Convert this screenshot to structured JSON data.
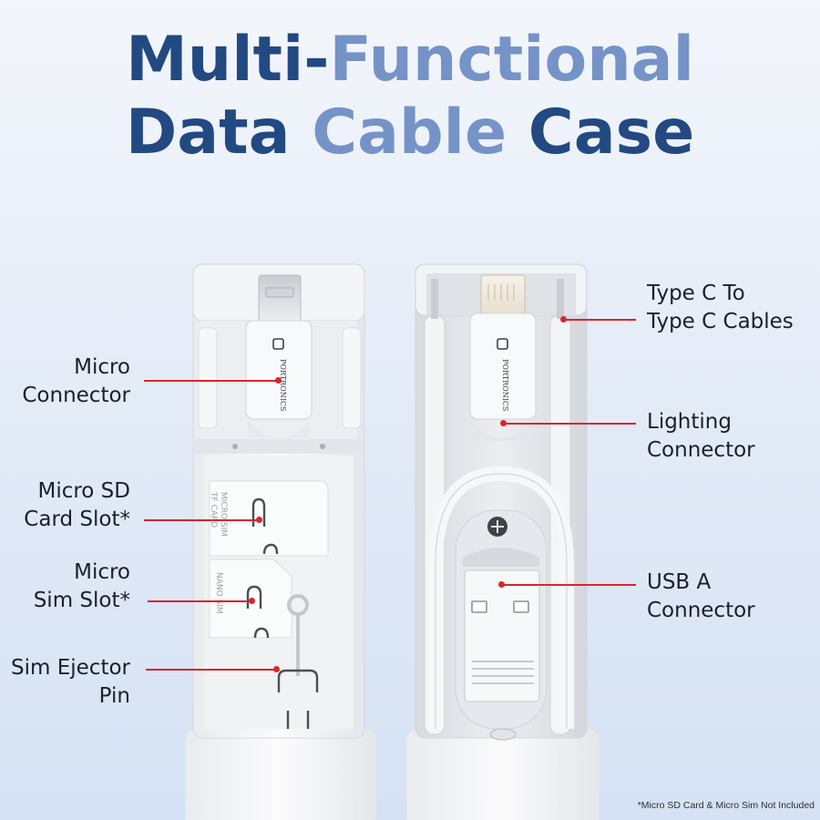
{
  "title": {
    "line1_part1": "Multi-",
    "line1_part2": "Functional",
    "line2_part1": "Data ",
    "line2_part2": "Cable ",
    "line2_part3": "Case"
  },
  "colors": {
    "title_dark": "#224982",
    "title_light": "#7593c7",
    "leader": "#d8262c"
  },
  "labels_left": {
    "micro_connector": [
      "Micro",
      "Connector"
    ],
    "micro_sd": [
      "Micro SD",
      "Card Slot*"
    ],
    "micro_sim": [
      "Micro",
      "Sim Slot*"
    ],
    "sim_pin": [
      "Sim Ejector",
      "Pin"
    ]
  },
  "labels_right": {
    "type_c": [
      "Type C To",
      "Type C Cables"
    ],
    "lighting": [
      "Lighting",
      "Connector"
    ],
    "usb_a": [
      "USB A",
      "Connector"
    ]
  },
  "product": {
    "brand": "PORTRONICS",
    "slot_text_1": "MICRO SIM",
    "slot_text_2": "TF CARD",
    "slot_text_3": "NANO SIM"
  },
  "footnote": "*Micro SD Card & Micro Sim Not Included"
}
